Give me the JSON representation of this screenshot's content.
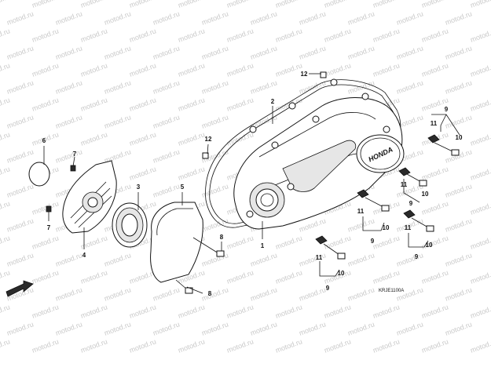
{
  "watermark": "motod.ru",
  "brand_logo": "HONDA",
  "diagram_code": "KRJE1100A",
  "callouts": {
    "c1": "1",
    "c2": "2",
    "c3": "3",
    "c4": "4",
    "c5": "5",
    "c6": "6",
    "c7a": "7",
    "c7b": "7",
    "c8a": "8",
    "c8b": "8",
    "c9a": "9",
    "c9b": "9",
    "c9c": "9",
    "c9d": "9",
    "c9e": "9",
    "c10a": "10",
    "c10b": "10",
    "c10c": "10",
    "c10d": "10",
    "c10e": "10",
    "c11a": "11",
    "c11b": "11",
    "c11c": "11",
    "c11d": "11",
    "c11e": "11",
    "c12a": "12",
    "c12b": "12"
  },
  "colors": {
    "ink": "#111111",
    "watermark": "#c9c9c9",
    "background": "#ffffff"
  }
}
